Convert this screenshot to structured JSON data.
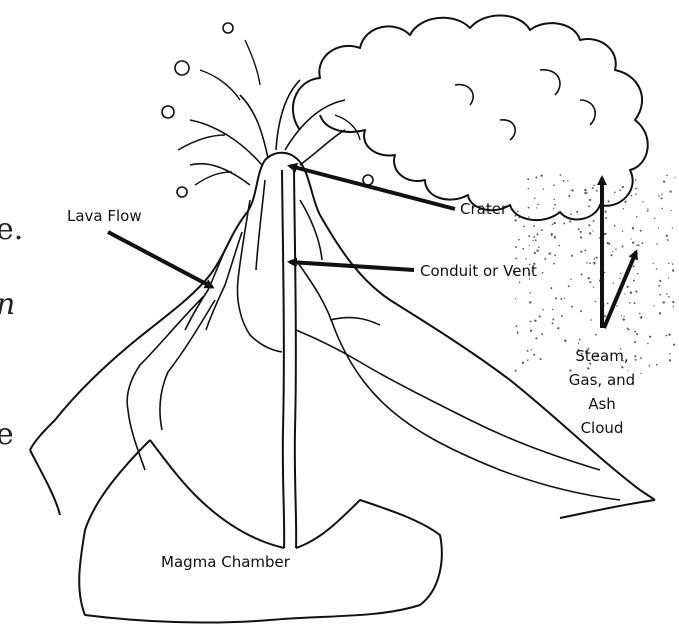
{
  "labels": {
    "lava_flow": "Lava Flow",
    "crater": "Crater",
    "conduit": "Conduit or Vent",
    "cloud_line1": "Steam,",
    "cloud_line2": "Gas, and",
    "cloud_line3": "Ash",
    "cloud_line4": "Cloud",
    "magma_chamber": "Magma Chamber"
  },
  "margin_fragments": {
    "frag1": "e.",
    "frag2": "n",
    "frag3": "e"
  }
}
